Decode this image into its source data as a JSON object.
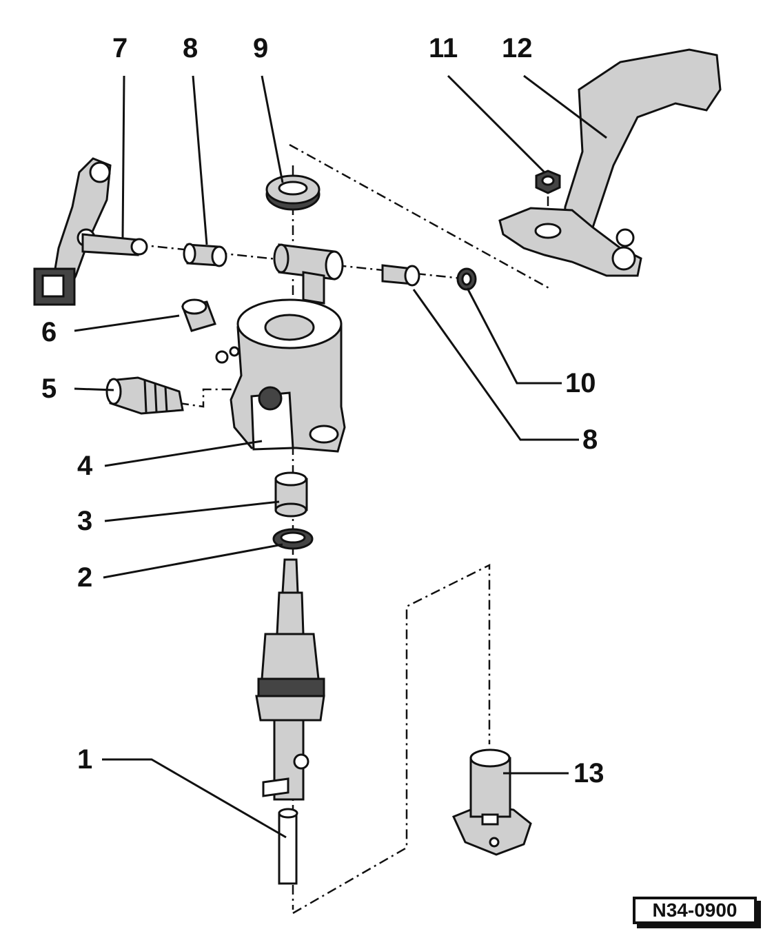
{
  "diagram": {
    "reference_code": "N34-0900",
    "callouts": [
      {
        "id": "1",
        "label": "1"
      },
      {
        "id": "2",
        "label": "2"
      },
      {
        "id": "3",
        "label": "3"
      },
      {
        "id": "4",
        "label": "4"
      },
      {
        "id": "5",
        "label": "5"
      },
      {
        "id": "6",
        "label": "6"
      },
      {
        "id": "7",
        "label": "7"
      },
      {
        "id": "8a",
        "label": "8"
      },
      {
        "id": "8b",
        "label": "8"
      },
      {
        "id": "9",
        "label": "9"
      },
      {
        "id": "10",
        "label": "10"
      },
      {
        "id": "11",
        "label": "11"
      },
      {
        "id": "12",
        "label": "12"
      },
      {
        "id": "13",
        "label": "13"
      }
    ]
  }
}
